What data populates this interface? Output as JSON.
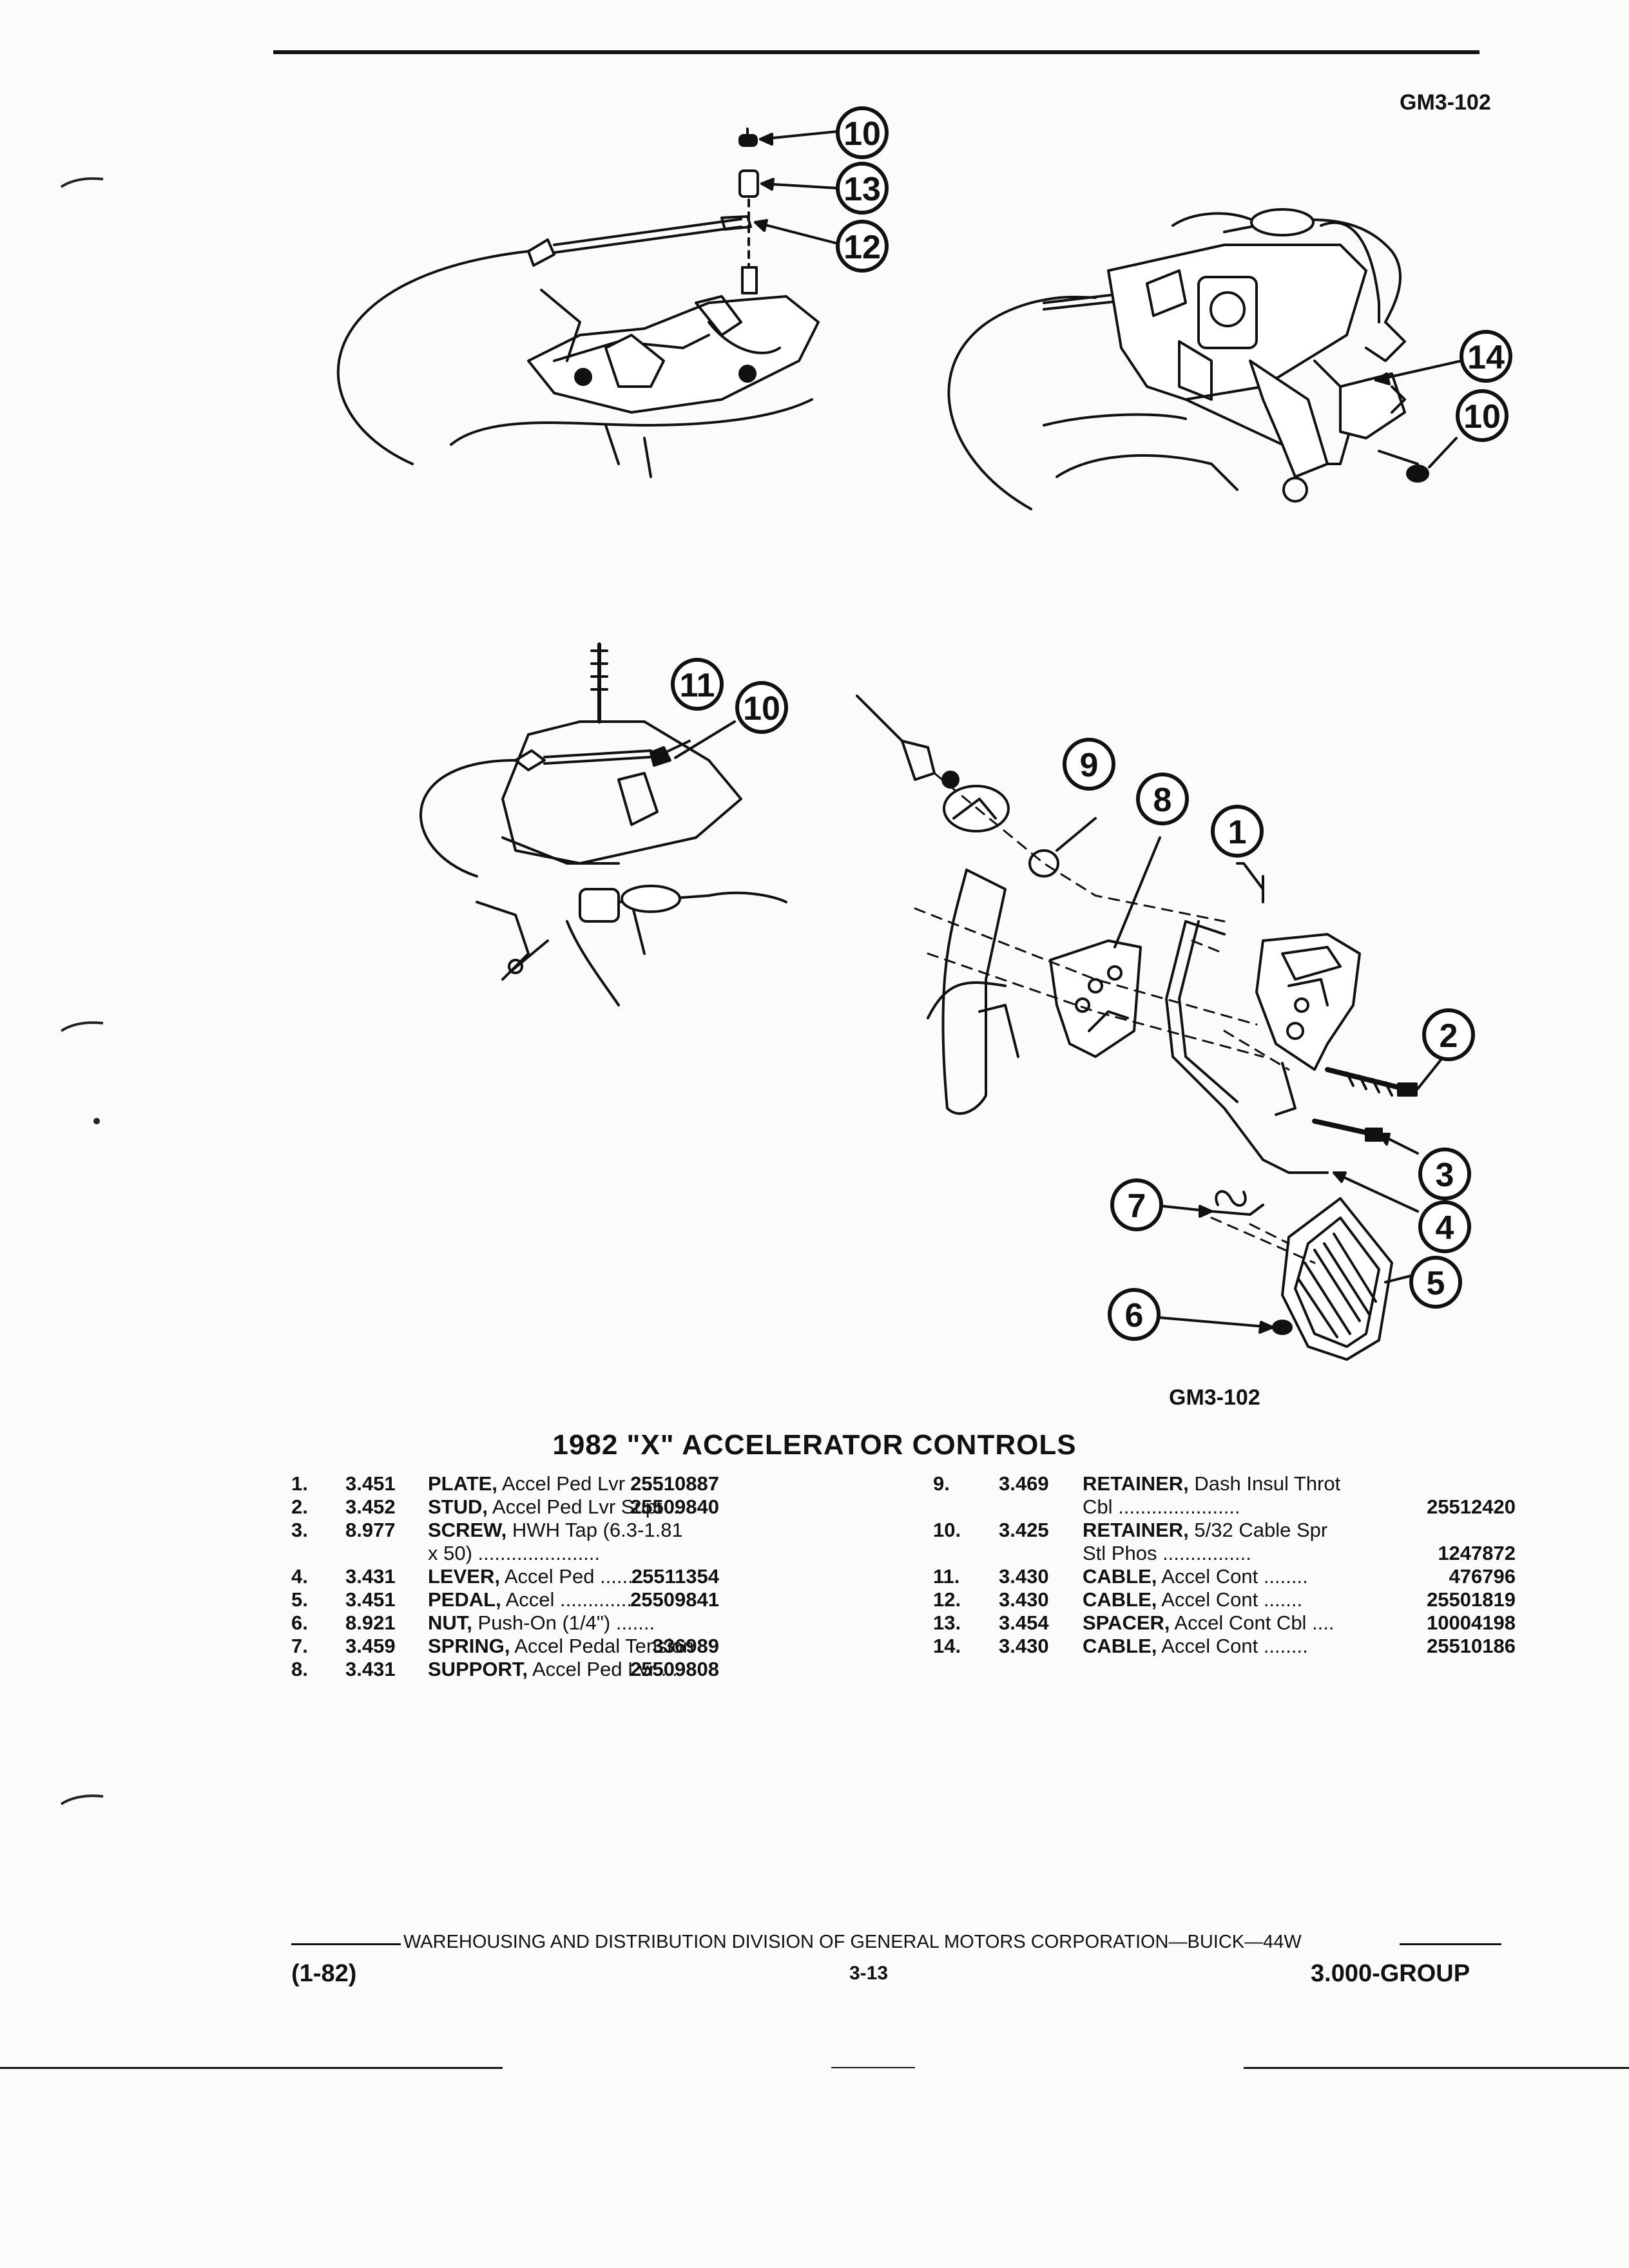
{
  "figure_code_top": "GM3-102",
  "figure_code_bottom": "GM3-102",
  "title": "1982 \"X\" ACCELERATOR CONTROLS",
  "callouts": [
    "10",
    "13",
    "12",
    "14",
    "10",
    "11",
    "10",
    "9",
    "8",
    "1",
    "2",
    "3",
    "4",
    "5",
    "7",
    "6"
  ],
  "parts_left": [
    {
      "num": "1.",
      "code": "3.451",
      "name": "PLATE,",
      "desc": "Accel Ped Lvr",
      "dots": "......",
      "part": "25510887"
    },
    {
      "num": "2.",
      "code": "3.452",
      "name": "STUD,",
      "desc": "Accel Ped Lvr Supt",
      "dots": "...",
      "part": "25509840"
    },
    {
      "num": "3.",
      "code": "8.977",
      "name": "SCREW,",
      "desc": "HWH Tap (6.3-1.81",
      "dots": "",
      "part": ""
    },
    {
      "num": "",
      "code": "",
      "name": "",
      "desc": "x 50)",
      "dots": "......................",
      "part": ""
    },
    {
      "num": "4.",
      "code": "3.431",
      "name": "LEVER,",
      "desc": "Accel Ped",
      "dots": ".........",
      "part": "25511354"
    },
    {
      "num": "5.",
      "code": "3.451",
      "name": "PEDAL,",
      "desc": "Accel",
      "dots": ".............",
      "part": "25509841"
    },
    {
      "num": "6.",
      "code": "8.921",
      "name": "NUT,",
      "desc": "Push-On (1/4\")",
      "dots": ".......",
      "part": ""
    },
    {
      "num": "7.",
      "code": "3.459",
      "name": "SPRING,",
      "desc": "Accel Pedal Tension",
      "dots": "",
      "part": "336989"
    },
    {
      "num": "8.",
      "code": "3.431",
      "name": "SUPPORT,",
      "desc": "Accel Ped Lvr",
      "dots": "...",
      "part": "25509808"
    }
  ],
  "parts_right": [
    {
      "num": "9.",
      "code": "3.469",
      "name": "RETAINER,",
      "desc": "Dash Insul Throt",
      "dots": "",
      "part": ""
    },
    {
      "num": "",
      "code": "",
      "name": "",
      "desc": "Cbl",
      "dots": "......................",
      "part": "25512420"
    },
    {
      "num": "10.",
      "code": "3.425",
      "name": "RETAINER,",
      "desc": "5/32 Cable Spr",
      "dots": "",
      "part": ""
    },
    {
      "num": "",
      "code": "",
      "name": "",
      "desc": "Stl Phos",
      "dots": "................",
      "part": "1247872"
    },
    {
      "num": "11.",
      "code": "3.430",
      "name": "CABLE,",
      "desc": "Accel Cont",
      "dots": "........",
      "part": "476796"
    },
    {
      "num": "12.",
      "code": "3.430",
      "name": "CABLE,",
      "desc": "Accel Cont",
      "dots": ".......",
      "part": "25501819"
    },
    {
      "num": "13.",
      "code": "3.454",
      "name": "SPACER,",
      "desc": "Accel Cont Cbl",
      "dots": "....",
      "part": "10004198"
    },
    {
      "num": "14.",
      "code": "3.430",
      "name": "CABLE,",
      "desc": "Accel Cont",
      "dots": "........",
      "part": "25510186"
    }
  ],
  "footer": {
    "division": "WAREHOUSING AND DISTRIBUTION DIVISION OF GENERAL MOTORS CORPORATION—BUICK—44W",
    "date": "(1-82)",
    "page": "3-13",
    "group": "3.000-GROUP"
  }
}
